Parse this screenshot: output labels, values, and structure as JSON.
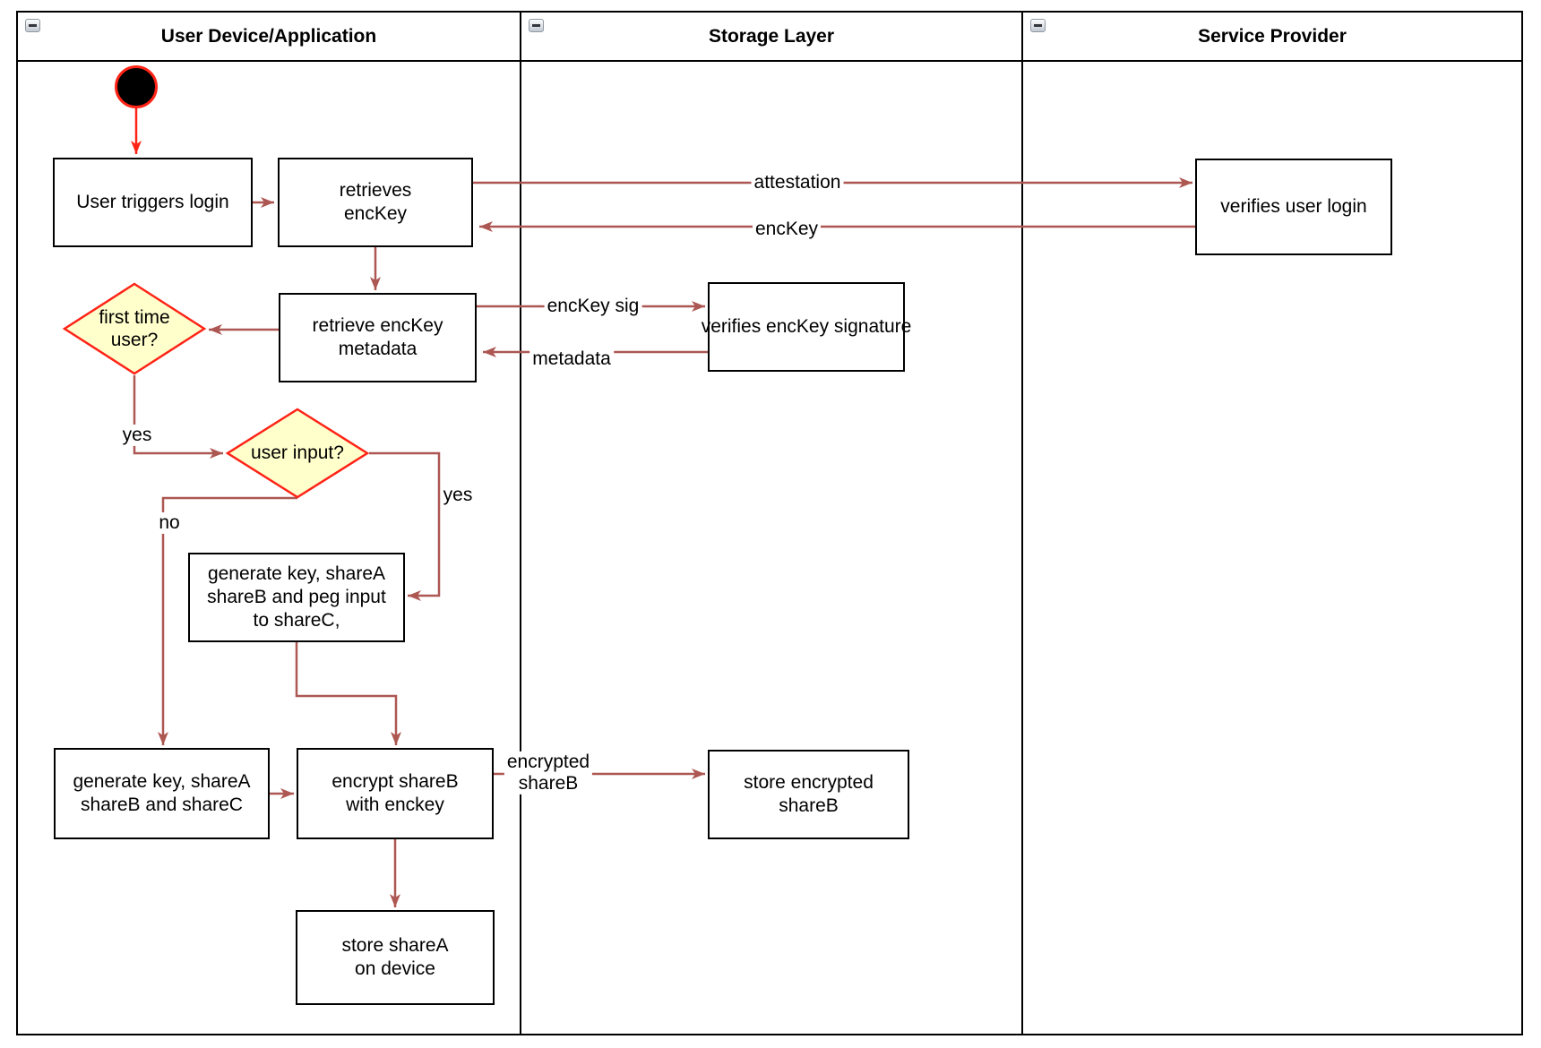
{
  "colors": {
    "arrow": "#AD5752",
    "start_accent": "#FF2417",
    "diamond_fill": "#FFFFCC",
    "diamond_stroke": "#FF2417",
    "shape_stroke": "#000000",
    "lane_stroke": "#000000"
  },
  "lanes": [
    {
      "title": "User Device/Application"
    },
    {
      "title": "Storage Layer"
    },
    {
      "title": "Service Provider"
    }
  ],
  "nodes": {
    "user_triggers_login": "User triggers login",
    "retrieves_enckey": "retrieves\nencKey",
    "verifies_user_login": "verifies user login",
    "retrieve_enckey_metadata": "retrieve encKey\nmetadata",
    "first_time_user": "first time\nuser?",
    "user_input": "user input?",
    "verifies_enckey_signature": "verifies encKey signature",
    "generate_key_peg_input": "generate key, shareA\nshareB and peg input\nto shareC,",
    "generate_key_sharec": "generate key, shareA\nshareB and shareC",
    "encrypt_shareb": "encrypt shareB\nwith enckey",
    "store_encrypted_shareb": "store encrypted\nshareB",
    "store_sharea_on_device": "store shareA\non device"
  },
  "edge_labels": {
    "attestation": "attestation",
    "enckey": "encKey",
    "enckey_sig": "encKey sig",
    "metadata": "metadata",
    "yes_first_time": "yes",
    "no_user_input": "no",
    "yes_user_input": "yes",
    "encrypted_shareb": "encrypted\nshareB"
  }
}
